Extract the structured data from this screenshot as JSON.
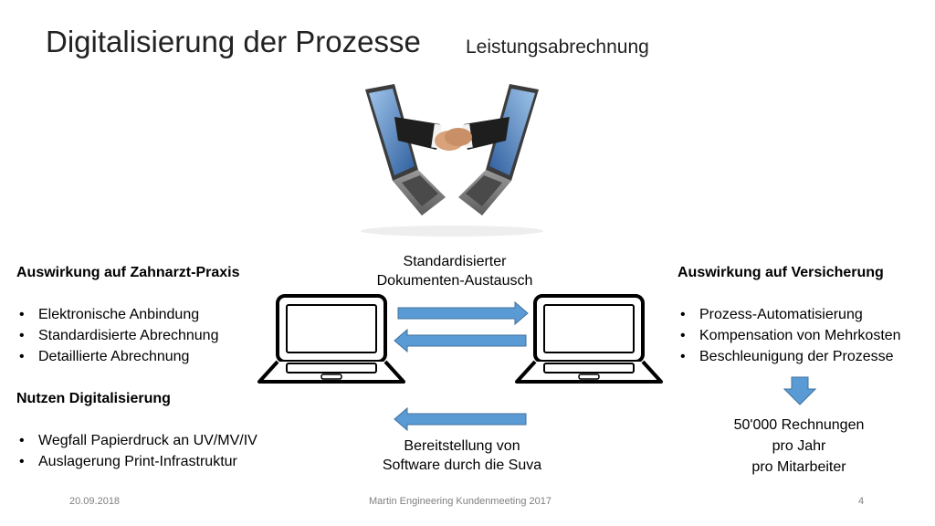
{
  "slide": {
    "title": "Digitalisierung der Prozesse",
    "subtitle": "Leistungsabrechnung"
  },
  "left": {
    "heading1": "Auswirkung auf Zahnarzt-Praxis",
    "items1": [
      "Elektronische Anbindung",
      "Standardisierte Abrechnung",
      "Detaillierte Abrechnung"
    ],
    "heading2": "Nutzen Digitalisierung",
    "items2": [
      "Wegfall Papierdruck an UV/MV/IV",
      "Auslagerung Print-Infrastruktur"
    ]
  },
  "center": {
    "top_label_line1": "Standardisierter",
    "top_label_line2": "Dokumenten-Austausch",
    "bottom_label_line1": "Bereitstellung von",
    "bottom_label_line2": "Software durch die Suva"
  },
  "right": {
    "heading": "Auswirkung auf Versicherung",
    "items": [
      "Prozess-Automatisierung",
      "Kompensation von Mehrkosten",
      "Beschleunigung der Prozesse"
    ],
    "result_line1": "50'000 Rechnungen",
    "result_line2": "pro Jahr",
    "result_line3": "pro Mitarbeiter"
  },
  "footer": {
    "date": "20.09.2018",
    "center": "Martin Engineering Kundenmeeting 2017",
    "page": "4"
  },
  "colors": {
    "arrow_fill": "#5b9bd5",
    "arrow_stroke": "#41719c"
  }
}
